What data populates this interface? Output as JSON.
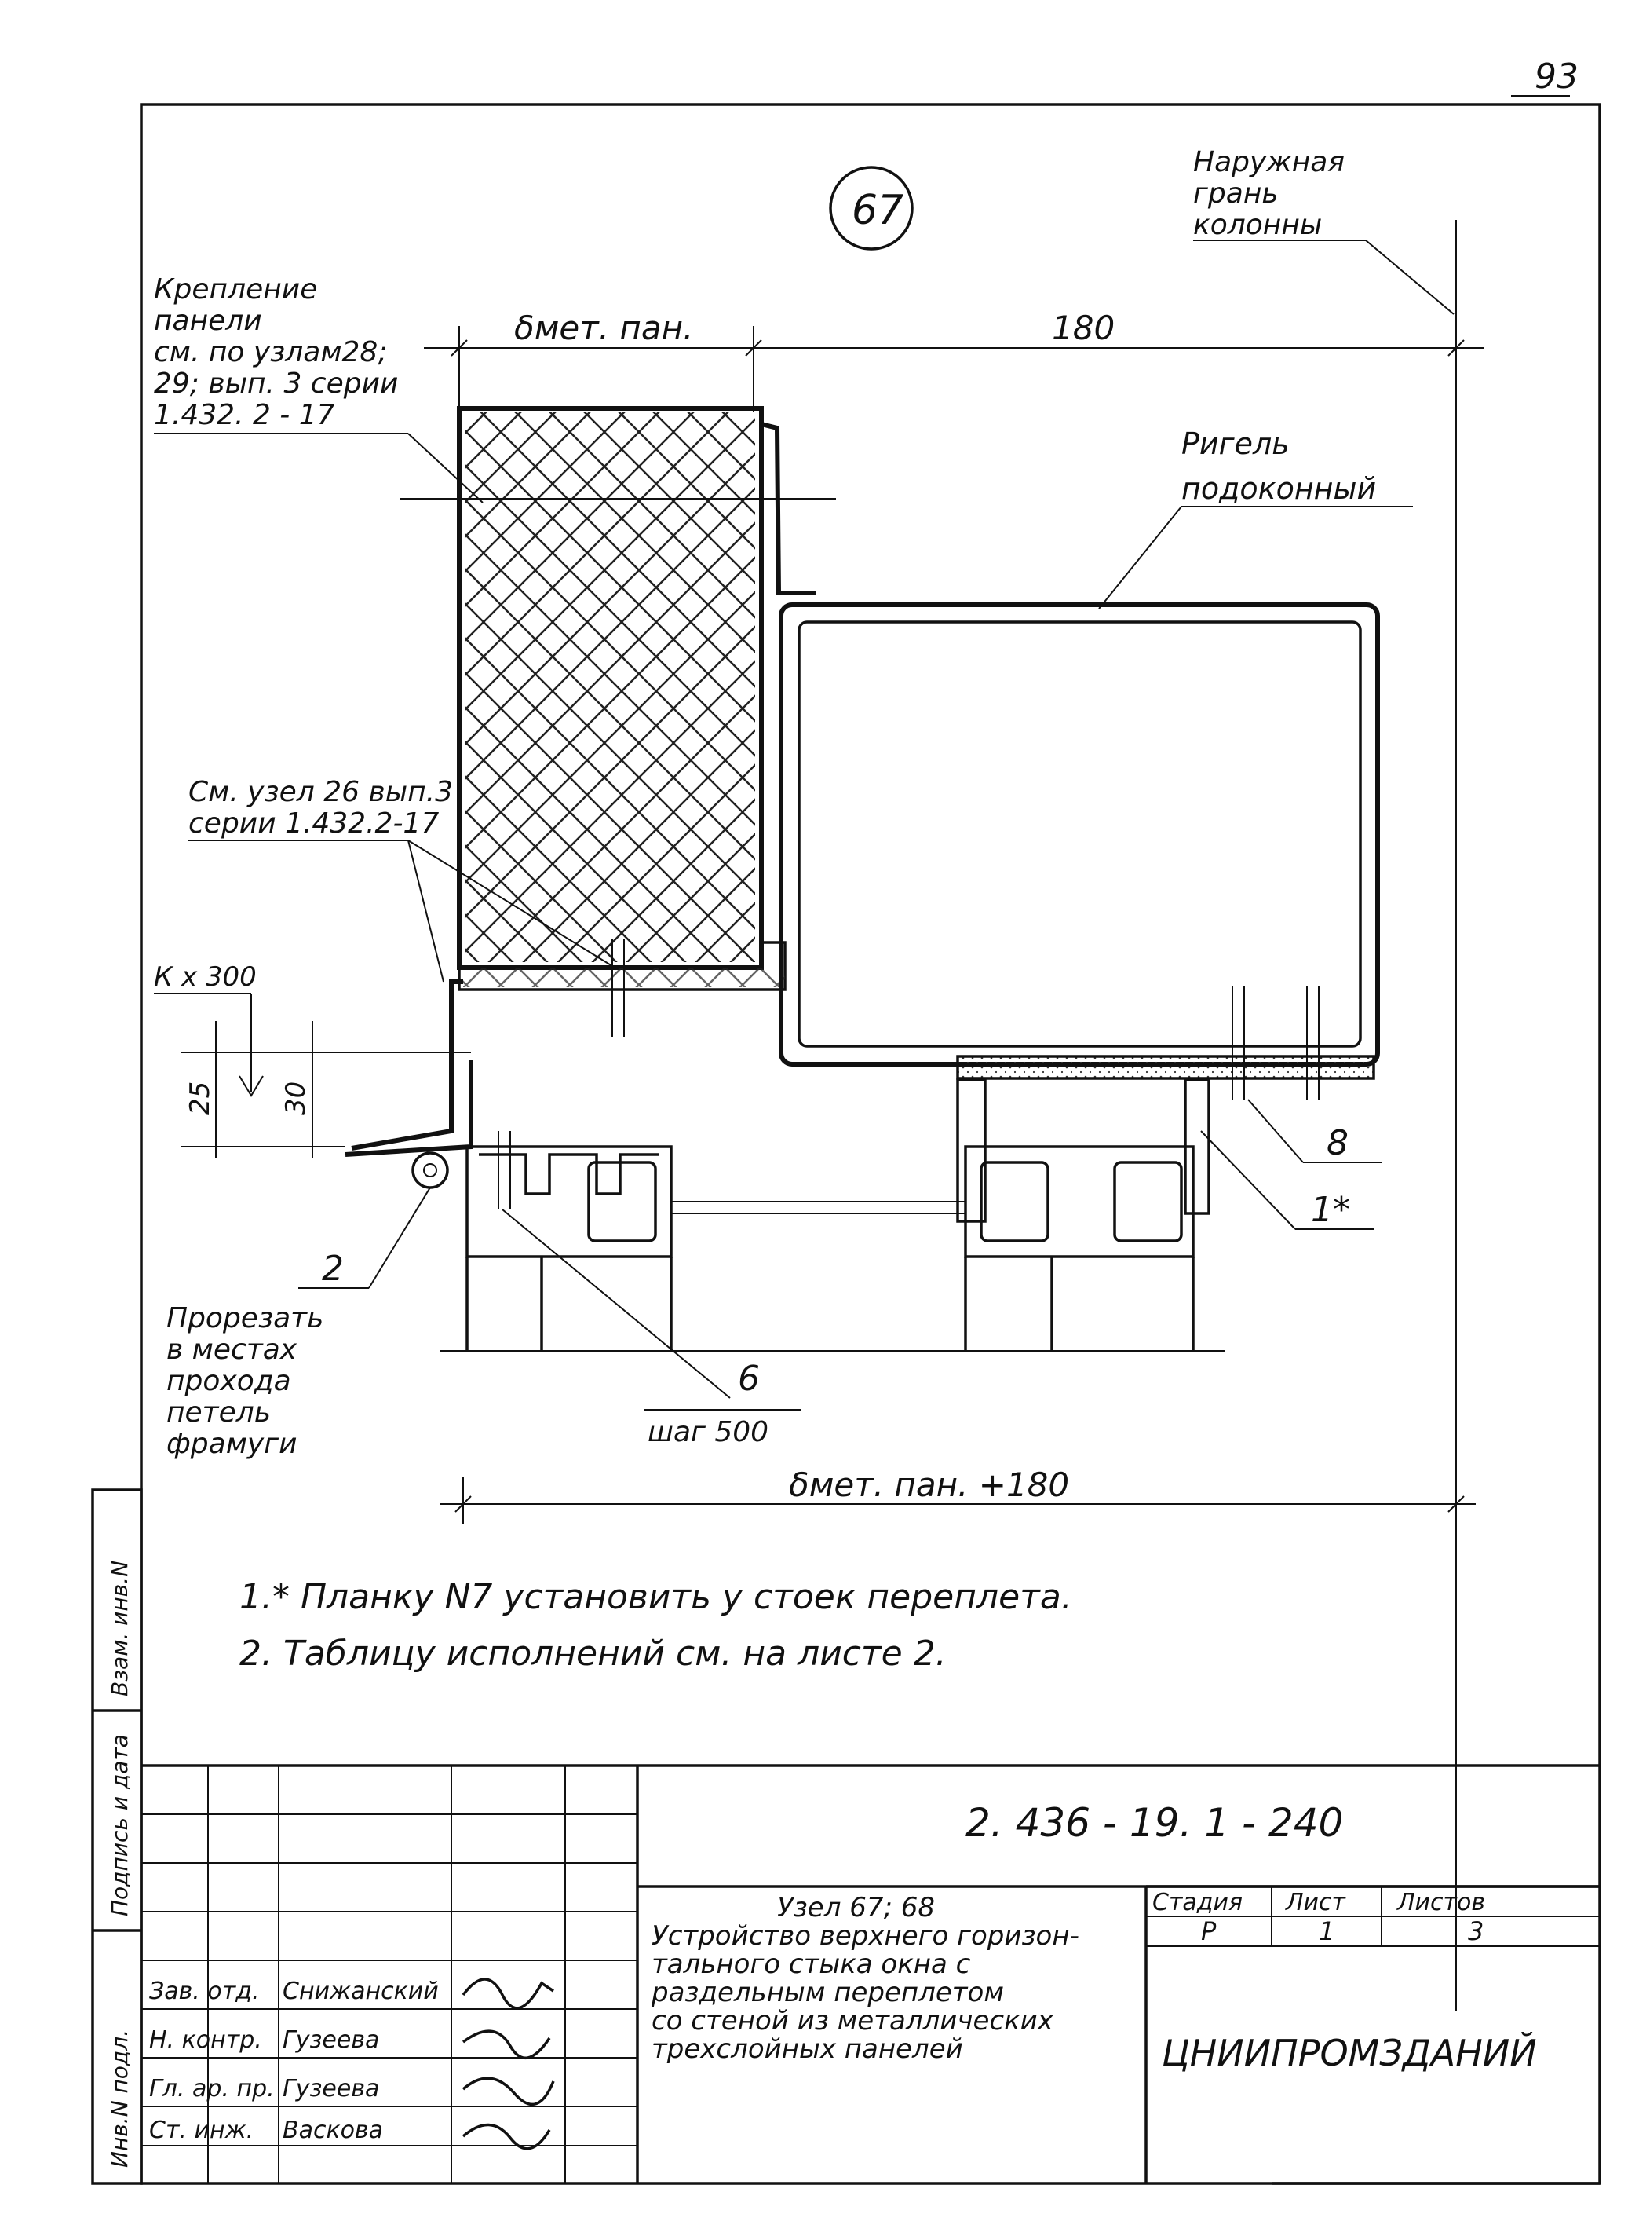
{
  "page_number": "93",
  "node_number": "67",
  "labels": {
    "outer_face": [
      "Наружная",
      "грань",
      "колонны"
    ],
    "fastening": [
      "Крепление",
      "панели",
      "см. по узлам28;",
      "29; вып. 3 серии",
      "1.432. 2 - 17"
    ],
    "rigel": [
      "Ригель",
      "подоконный"
    ],
    "see_node": [
      "См. узел 26 вып.3",
      "серии 1.432.2-17"
    ],
    "cut": [
      "Прорезать",
      "в местах",
      "прохода",
      "петель",
      "фрамуги"
    ]
  },
  "dimensions": {
    "panel_thickness": "δмет. пан.",
    "offset": "180",
    "overall": "δмет. пан. +180",
    "slope": "К х 300",
    "d25": "25",
    "d30": "30",
    "pitch": "шаг 500"
  },
  "callouts": {
    "c2": "2",
    "c6": "6",
    "c8": "8",
    "c1": "1*"
  },
  "notes": [
    "1.* Планку N7 установить у стоек переплета.",
    "2. Таблицу исполнений см. на листе 2."
  ],
  "side_stamp": [
    "Инв.N подл.",
    "Подпись и дата",
    "Взам. инв.N"
  ],
  "title_block": {
    "document_code": "2. 436 - 19. 1 - 240",
    "title_lines": [
      "Узел 67; 68",
      "Устройство верхнего горизон-",
      "тального стыка окна с",
      "раздельным переплетом",
      "со стеной из металлических",
      "трехслойных панелей"
    ],
    "stage_header": "Стадия",
    "sheet_header": "Лист",
    "sheets_header": "Листов",
    "stage": "Р",
    "sheet": "1",
    "sheets": "3",
    "organization": "ЦНИИПРОМЗДАНИЙ",
    "roles": [
      {
        "role": "Зав. отд.",
        "name": "Снижанский"
      },
      {
        "role": "Н. контр.",
        "name": "Гузеева"
      },
      {
        "role": "Гл. ар. пр.",
        "name": "Гузеева"
      },
      {
        "role": "Ст. инж.",
        "name": "Васкова"
      }
    ]
  }
}
